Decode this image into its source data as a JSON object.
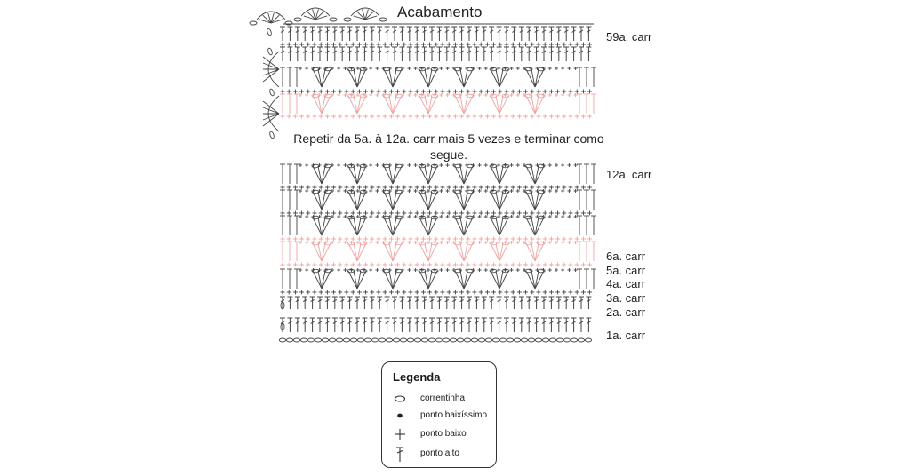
{
  "diagram": {
    "title": "Acabamento",
    "instruction": "Repetir da 5a. à 12a. carr mais 5 vezes e terminar como segue.",
    "row_labels": [
      "59a. carr",
      "12a. carr",
      "6a. carr",
      "5a. carr",
      "4a. carr",
      "3a. carr",
      "2a. carr",
      "1a. carr"
    ],
    "highlight_color": "#f0a3a3",
    "stitch_color": "#444444",
    "legend": {
      "title": "Legenda",
      "items": [
        {
          "icon": "chain-stitch-icon",
          "label": "correntinha"
        },
        {
          "icon": "slip-stitch-icon",
          "label": "ponto baixíssimo"
        },
        {
          "icon": "single-crochet-icon",
          "label": "ponto baixo"
        },
        {
          "icon": "double-crochet-icon",
          "label": "ponto alto"
        }
      ]
    }
  }
}
